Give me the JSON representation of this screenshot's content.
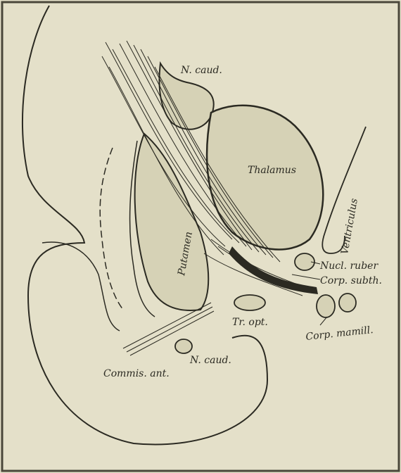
{
  "labels": {
    "n_caud_top": "N. caud.",
    "thalamus": "Thalamus",
    "ventriculus": "Ventriculus",
    "putamen": "Putamen",
    "nucl_ruber": "Nucl. ruber",
    "corp_subth": "Corp. subth.",
    "tr_opt": "Tr. opt.",
    "corp_mamill": "Corp. mamill.",
    "n_caud_bottom": "N. caud.",
    "commis_ant": "Commis. ant."
  },
  "colors": {
    "paper": "#e4e0c9",
    "ink": "#2b2a22",
    "nucleus_fill": "#d6d2b6"
  }
}
